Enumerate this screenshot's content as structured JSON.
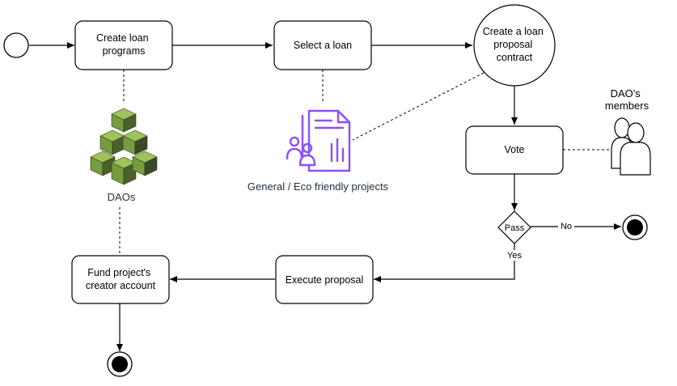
{
  "nodes": {
    "create_loan_programs": [
      "Create loan",
      "programs"
    ],
    "select_loan": [
      "Select a loan"
    ],
    "create_proposal_contract": [
      "Create a loan",
      "proposal",
      "contract"
    ],
    "vote": [
      "Vote"
    ],
    "pass_decision": [
      "Pass"
    ],
    "execute_proposal": [
      "Execute proposal"
    ],
    "fund_creator_account": [
      "Fund project's",
      "creator account"
    ]
  },
  "edge_labels": {
    "no": "No",
    "yes": "Yes"
  },
  "captions": {
    "daos": "DAOs",
    "projects": "General / Eco friendly projects",
    "members": [
      "DAO's",
      "members"
    ]
  },
  "icons": {
    "daos": "aws-cubes-icon",
    "projects": "project-document-icon",
    "members": "users-icon"
  },
  "colors": {
    "stroke": "#000000",
    "daos_green_light": "#759c3e",
    "daos_green_mid": "#4b612c",
    "daos_green_dark": "#3c4929",
    "doc_purple": "#8c4fff",
    "caption_blue": "#232f3e"
  }
}
